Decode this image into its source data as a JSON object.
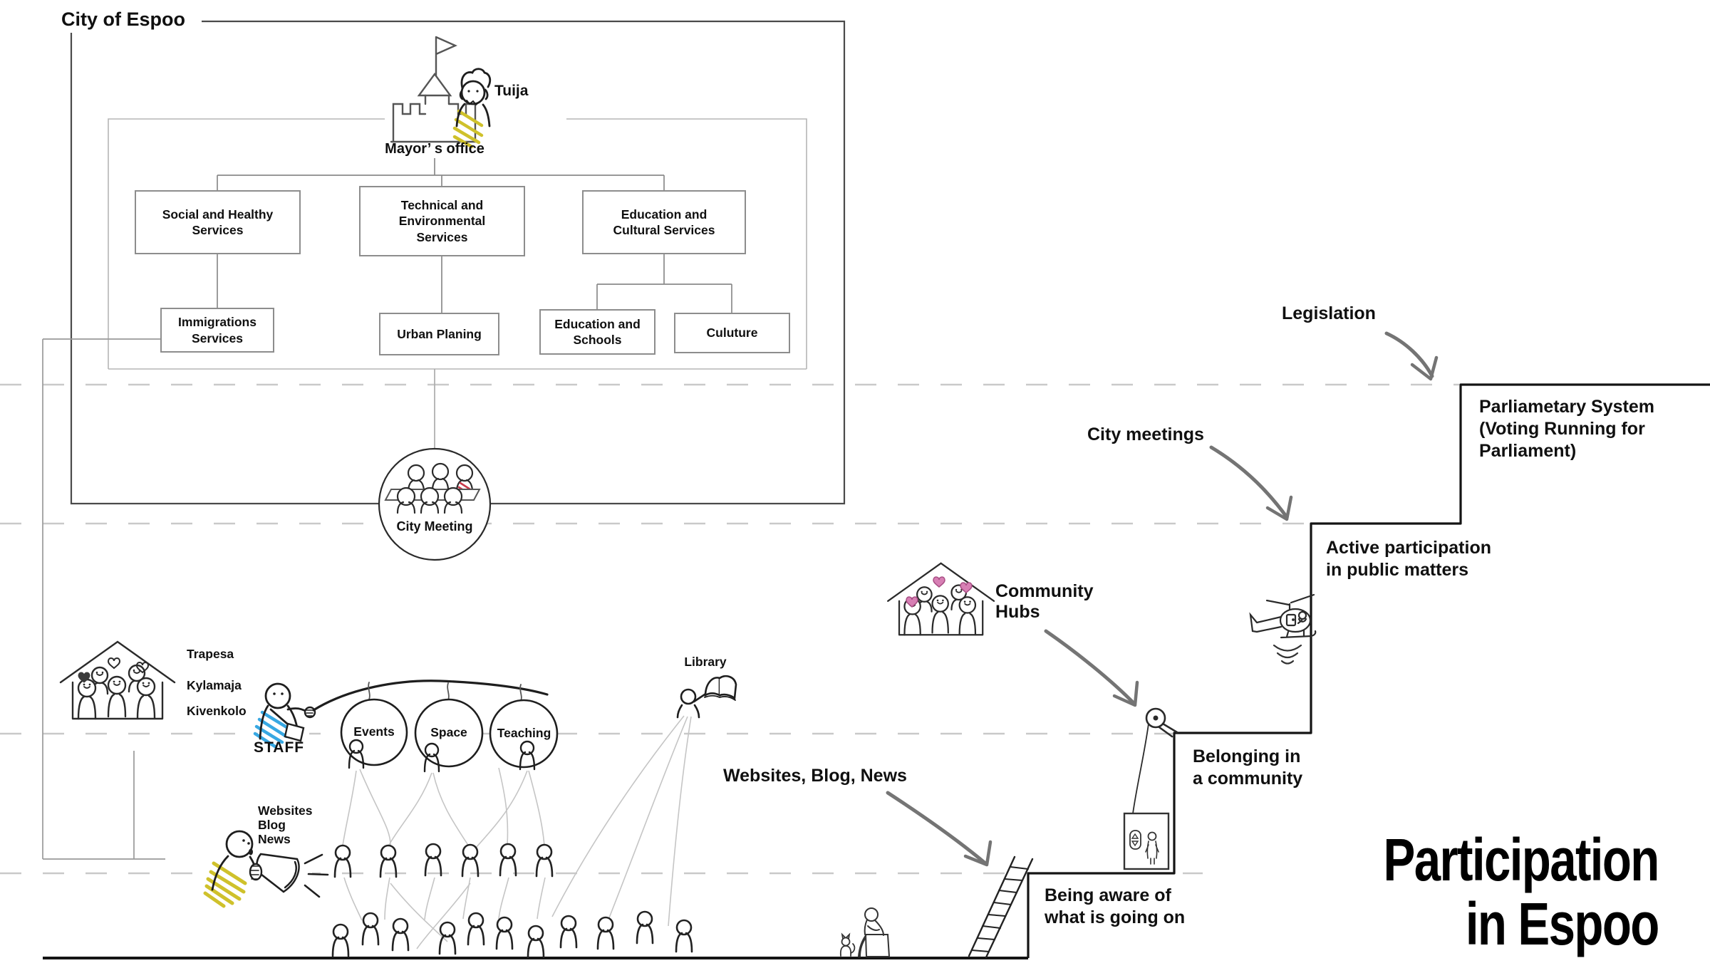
{
  "org": {
    "title": "City of Espoo",
    "mayor_office": "Mayor’ s office",
    "mayor_person": "Tuija",
    "departments": [
      "Social and Healthy\nServices",
      "Technical and\nEnvironmental\nServices",
      "Education and\nCultural Services"
    ],
    "subdepartments": [
      "Immigrations\nServices",
      "Urban Planing",
      "Education and\nSchools",
      "Culuture"
    ]
  },
  "city_meeting": {
    "label": "City Meeting"
  },
  "community_house": {
    "names": [
      "Trapesa",
      "Kylamaja",
      "Kivenkolo"
    ],
    "staff": "STAFF",
    "balloons": [
      "Events",
      "Space",
      "Teaching"
    ]
  },
  "broadcast": {
    "channels": "Websites\nBlog\nNews"
  },
  "library": {
    "label": "Library"
  },
  "annotations": {
    "legislation": "Legislation",
    "city_meetings": "City meetings",
    "community_hubs": "Community\nHubs",
    "websites_blog_news": "Websites, Blog, News"
  },
  "steps": {
    "parliament": "Parliametary System\n(Voting Running for\nParliament)",
    "active_participation": "Active participation\nin public matters",
    "belonging": "Belonging in\na community",
    "aware": "Being aware of\nwhat is going on"
  },
  "title": {
    "line1": "Participation",
    "line2": "in Espoo"
  },
  "colors": {
    "ink": "#1e1e1e",
    "box_gray": "#8d8d8d",
    "dash_gray": "#c9c9c9",
    "arrow_gray": "#696969",
    "highlight_yellow": "#cfc12b",
    "highlight_blue": "#38a8e3",
    "heart_pink": "#d77fb4",
    "highlight_red": "#c9394a"
  }
}
